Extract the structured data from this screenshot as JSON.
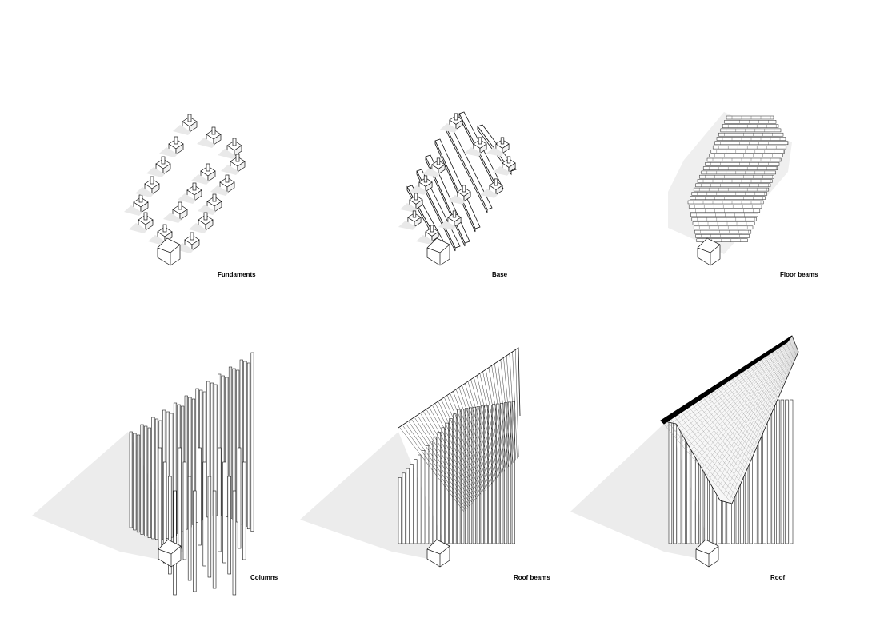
{
  "diagram": {
    "panels": [
      {
        "id": "fundaments",
        "label": "Fundaments"
      },
      {
        "id": "base",
        "label": "Base"
      },
      {
        "id": "floor-beams",
        "label": "Floor beams"
      },
      {
        "id": "columns",
        "label": "Columns"
      },
      {
        "id": "roof-beams",
        "label": "Roof beams"
      },
      {
        "id": "roof",
        "label": "Roof"
      }
    ]
  }
}
